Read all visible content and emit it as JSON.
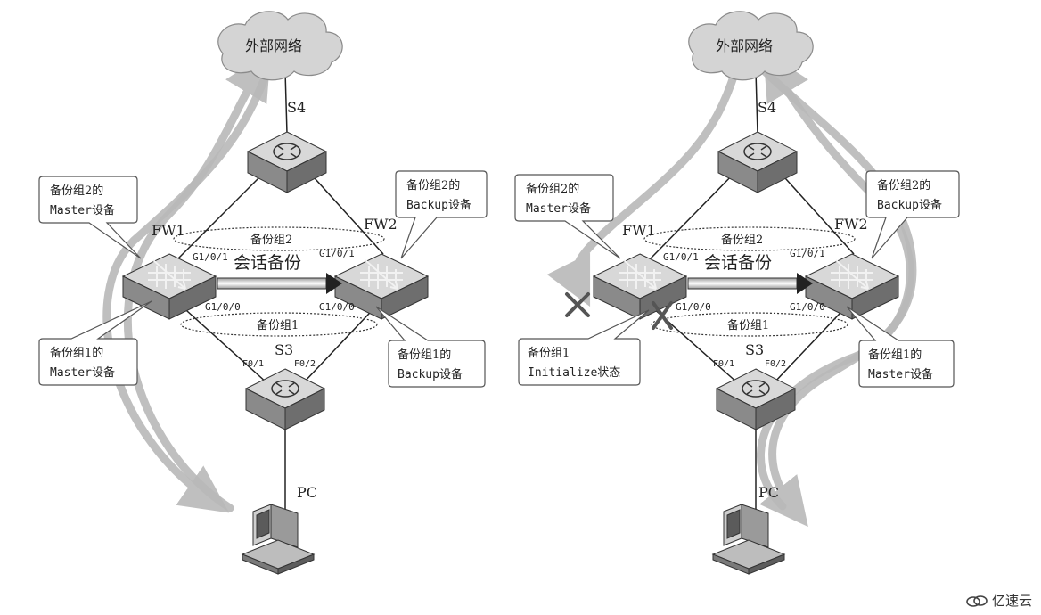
{
  "panels": [
    {
      "cloud_label": "外部网络",
      "s4_label": "S4",
      "fw1_label": "FW1",
      "fw2_label": "FW2",
      "s3_label": "S3",
      "pc_label": "PC",
      "group2_label": "备份组2",
      "group1_label": "备份组1",
      "session_backup_label": "会话备份",
      "fw1_port_top": "G1/0/1",
      "fw1_port_bottom": "G1/0/0",
      "fw2_port_top": "G1/0/1",
      "fw2_port_bottom": "G1/0/0",
      "s3_port_left": "F0/1",
      "s3_port_right": "F0/2",
      "callout_tl": [
        "备份组2的",
        "Master设备"
      ],
      "callout_bl": [
        "备份组1的",
        "Master设备"
      ],
      "callout_tr": [
        "备份组2的",
        "Backup设备"
      ],
      "callout_br": [
        "备份组1的",
        "Backup设备"
      ]
    },
    {
      "cloud_label": "外部网络",
      "s4_label": "S4",
      "fw1_label": "FW1",
      "fw2_label": "FW2",
      "s3_label": "S3",
      "pc_label": "PC",
      "group2_label": "备份组2",
      "group1_label": "备份组1",
      "session_backup_label": "会话备份",
      "fw1_port_top": "G1/0/1",
      "fw1_port_bottom": "G1/0/0",
      "fw2_port_top": "G1/0/1",
      "fw2_port_bottom": "G1/0/0",
      "s3_port_left": "F0/1",
      "s3_port_right": "F0/2",
      "callout_tl": [
        "备份组2的",
        "Master设备"
      ],
      "callout_bl": [
        "备份组1",
        "Initialize状态"
      ],
      "callout_tr": [
        "备份组2的",
        "Backup设备"
      ],
      "callout_br": [
        "备份组1的",
        "Master设备"
      ]
    }
  ],
  "watermark": "亿速云",
  "icons": {
    "switch": "switch-icon",
    "firewall": "firewall-icon",
    "pc": "pc-icon",
    "cloud": "cloud-icon",
    "failure": "cross-icon"
  }
}
